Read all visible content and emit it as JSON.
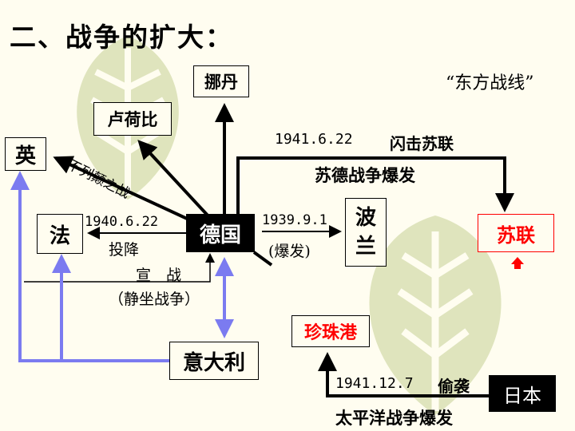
{
  "title": "二、战争的扩大：",
  "nodes": {
    "norway": "挪丹",
    "benelux": "卢荷比",
    "britain": "英",
    "france": "法",
    "germany": "德国",
    "poland": "波兰",
    "italy": "意大利",
    "ussr": "苏联",
    "pearl_harbor": "珍珠港",
    "japan": "日本"
  },
  "labels": {
    "east_front": "“东方战线”",
    "dunkirk": "不列颠之战",
    "ussr_date": "1941.6.22",
    "ussr_blitz": "闪击苏联",
    "ussr_war": "苏德战争爆发",
    "france_date": "1940.6.22",
    "france_surrender": "投降",
    "declare_war": "宣　战",
    "phony_war": "（静坐战争）",
    "poland_date": "1939.9.1",
    "poland_outbreak": "(爆发)",
    "pearl_date": "1941.12.7",
    "pearl_attack": "偷袭",
    "pacific_war": "太平洋战争爆发"
  },
  "colors": {
    "background": "#fffdf0",
    "leaf": "#cfd7a8",
    "blue_arrow": "#7b7bf0",
    "red": "#ff0000",
    "black": "#000000"
  }
}
